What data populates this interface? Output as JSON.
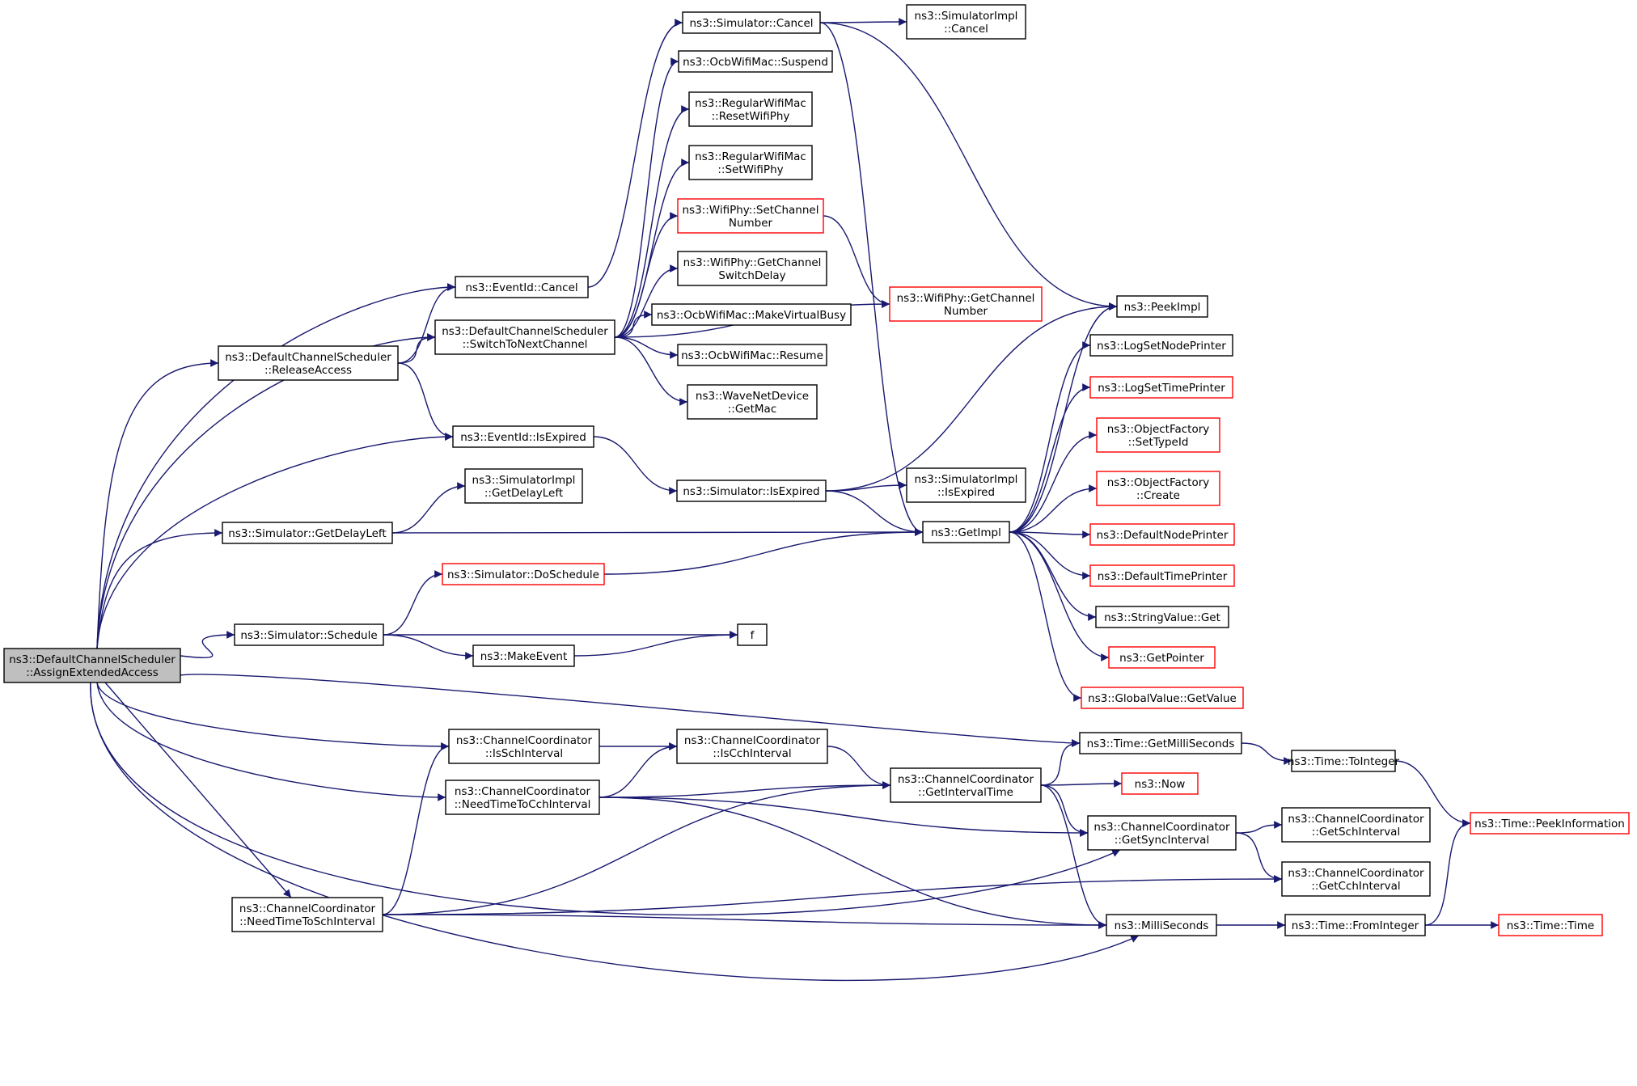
{
  "colors": {
    "edge": "#191970",
    "border_normal": "#000000",
    "border_truncated": "#ff0000",
    "root_fill": "#bfbfbf",
    "node_fill": "#ffffff"
  },
  "nodes": [
    {
      "id": "root",
      "lines": [
        "ns3::DefaultChannelScheduler",
        "::AssignExtendedAccess"
      ],
      "kind": "root"
    },
    {
      "id": "releaseAccess",
      "lines": [
        "ns3::DefaultChannelScheduler",
        "::ReleaseAccess"
      ],
      "kind": "normal"
    },
    {
      "id": "switchToNext",
      "lines": [
        "ns3::DefaultChannelScheduler",
        "::SwitchToNextChannel"
      ],
      "kind": "normal"
    },
    {
      "id": "eventCancel",
      "lines": [
        "ns3::EventId::Cancel"
      ],
      "kind": "normal"
    },
    {
      "id": "eventIsExpired",
      "lines": [
        "ns3::EventId::IsExpired"
      ],
      "kind": "normal"
    },
    {
      "id": "simCancel",
      "lines": [
        "ns3::Simulator::Cancel"
      ],
      "kind": "normal"
    },
    {
      "id": "simImplCancel",
      "lines": [
        "ns3::SimulatorImpl",
        "::Cancel"
      ],
      "kind": "normal"
    },
    {
      "id": "ocbSuspend",
      "lines": [
        "ns3::OcbWifiMac::Suspend"
      ],
      "kind": "normal"
    },
    {
      "id": "regReset",
      "lines": [
        "ns3::RegularWifiMac",
        "::ResetWifiPhy"
      ],
      "kind": "normal"
    },
    {
      "id": "regSet",
      "lines": [
        "ns3::RegularWifiMac",
        "::SetWifiPhy"
      ],
      "kind": "normal"
    },
    {
      "id": "phySetChan",
      "lines": [
        "ns3::WifiPhy::SetChannel",
        "Number"
      ],
      "kind": "truncated"
    },
    {
      "id": "phyGetSwitch",
      "lines": [
        "ns3::WifiPhy::GetChannel",
        "SwitchDelay"
      ],
      "kind": "normal"
    },
    {
      "id": "ocbBusy",
      "lines": [
        "ns3::OcbWifiMac::MakeVirtualBusy"
      ],
      "kind": "normal"
    },
    {
      "id": "ocbResume",
      "lines": [
        "ns3::OcbWifiMac::Resume"
      ],
      "kind": "normal"
    },
    {
      "id": "waveGetMac",
      "lines": [
        "ns3::WaveNetDevice",
        "::GetMac"
      ],
      "kind": "normal"
    },
    {
      "id": "phyGetChan",
      "lines": [
        "ns3::WifiPhy::GetChannel",
        "Number"
      ],
      "kind": "truncated"
    },
    {
      "id": "peekImpl",
      "lines": [
        "ns3::PeekImpl"
      ],
      "kind": "normal"
    },
    {
      "id": "simIsExpired",
      "lines": [
        "ns3::Simulator::IsExpired"
      ],
      "kind": "normal"
    },
    {
      "id": "simImplIsExp",
      "lines": [
        "ns3::SimulatorImpl",
        "::IsExpired"
      ],
      "kind": "normal"
    },
    {
      "id": "simImplDelay",
      "lines": [
        "ns3::SimulatorImpl",
        "::GetDelayLeft"
      ],
      "kind": "normal"
    },
    {
      "id": "simGetDelay",
      "lines": [
        "ns3::Simulator::GetDelayLeft"
      ],
      "kind": "normal"
    },
    {
      "id": "getImpl",
      "lines": [
        "ns3::GetImpl"
      ],
      "kind": "normal"
    },
    {
      "id": "simDoSched",
      "lines": [
        "ns3::Simulator::DoSchedule"
      ],
      "kind": "truncated"
    },
    {
      "id": "simSched",
      "lines": [
        "ns3::Simulator::Schedule"
      ],
      "kind": "normal"
    },
    {
      "id": "makeEvent",
      "lines": [
        "ns3::MakeEvent"
      ],
      "kind": "normal"
    },
    {
      "id": "f",
      "lines": [
        "f"
      ],
      "kind": "normal"
    },
    {
      "id": "logNode",
      "lines": [
        "ns3::LogSetNodePrinter"
      ],
      "kind": "normal"
    },
    {
      "id": "logTime",
      "lines": [
        "ns3::LogSetTimePrinter"
      ],
      "kind": "truncated"
    },
    {
      "id": "ofSetType",
      "lines": [
        "ns3::ObjectFactory",
        "::SetTypeId"
      ],
      "kind": "truncated"
    },
    {
      "id": "ofCreate",
      "lines": [
        "ns3::ObjectFactory",
        "::Create"
      ],
      "kind": "truncated"
    },
    {
      "id": "defNode",
      "lines": [
        "ns3::DefaultNodePrinter"
      ],
      "kind": "truncated"
    },
    {
      "id": "defTime",
      "lines": [
        "ns3::DefaultTimePrinter"
      ],
      "kind": "truncated"
    },
    {
      "id": "strGet",
      "lines": [
        "ns3::StringValue::Get"
      ],
      "kind": "normal"
    },
    {
      "id": "getPtr",
      "lines": [
        "ns3::GetPointer"
      ],
      "kind": "truncated"
    },
    {
      "id": "gvGet",
      "lines": [
        "ns3::GlobalValue::GetValue"
      ],
      "kind": "truncated"
    },
    {
      "id": "ccIsSch",
      "lines": [
        "ns3::ChannelCoordinator",
        "::IsSchInterval"
      ],
      "kind": "normal"
    },
    {
      "id": "ccIsCch",
      "lines": [
        "ns3::ChannelCoordinator",
        "::IsCchInterval"
      ],
      "kind": "normal"
    },
    {
      "id": "ccNeedCch",
      "lines": [
        "ns3::ChannelCoordinator",
        "::NeedTimeToCchInterval"
      ],
      "kind": "normal"
    },
    {
      "id": "ccGetInt",
      "lines": [
        "ns3::ChannelCoordinator",
        "::GetIntervalTime"
      ],
      "kind": "normal"
    },
    {
      "id": "ccNeedSch",
      "lines": [
        "ns3::ChannelCoordinator",
        "::NeedTimeToSchInterval"
      ],
      "kind": "normal"
    },
    {
      "id": "getMs",
      "lines": [
        "ns3::Time::GetMilliSeconds"
      ],
      "kind": "normal"
    },
    {
      "id": "toInt",
      "lines": [
        "ns3::Time::ToInteger"
      ],
      "kind": "normal"
    },
    {
      "id": "peekInfo",
      "lines": [
        "ns3::Time::PeekInformation"
      ],
      "kind": "truncated"
    },
    {
      "id": "now",
      "lines": [
        "ns3::Now"
      ],
      "kind": "truncated"
    },
    {
      "id": "ccGetSync",
      "lines": [
        "ns3::ChannelCoordinator",
        "::GetSyncInterval"
      ],
      "kind": "normal"
    },
    {
      "id": "ccGetSch",
      "lines": [
        "ns3::ChannelCoordinator",
        "::GetSchInterval"
      ],
      "kind": "normal"
    },
    {
      "id": "ccGetCch",
      "lines": [
        "ns3::ChannelCoordinator",
        "::GetCchInterval"
      ],
      "kind": "normal"
    },
    {
      "id": "milli",
      "lines": [
        "ns3::MilliSeconds"
      ],
      "kind": "normal"
    },
    {
      "id": "fromInt",
      "lines": [
        "ns3::Time::FromInteger"
      ],
      "kind": "normal"
    },
    {
      "id": "timeTime",
      "lines": [
        "ns3::Time::Time"
      ],
      "kind": "truncated"
    }
  ],
  "edges": [
    [
      "root",
      "eventCancel"
    ],
    [
      "root",
      "releaseAccess"
    ],
    [
      "root",
      "switchToNext"
    ],
    [
      "root",
      "eventIsExpired"
    ],
    [
      "root",
      "simGetDelay"
    ],
    [
      "root",
      "simSched"
    ],
    [
      "root",
      "getMs"
    ],
    [
      "root",
      "ccIsSch"
    ],
    [
      "root",
      "ccNeedCch"
    ],
    [
      "root",
      "ccNeedSch"
    ],
    [
      "root",
      "ccGetSync"
    ],
    [
      "root",
      "milli"
    ],
    [
      "releaseAccess",
      "eventCancel"
    ],
    [
      "releaseAccess",
      "switchToNext"
    ],
    [
      "releaseAccess",
      "eventIsExpired"
    ],
    [
      "eventCancel",
      "simCancel"
    ],
    [
      "simCancel",
      "simImplCancel"
    ],
    [
      "simCancel",
      "peekImpl"
    ],
    [
      "simCancel",
      "getImpl"
    ],
    [
      "switchToNext",
      "ocbSuspend"
    ],
    [
      "switchToNext",
      "regReset"
    ],
    [
      "switchToNext",
      "regSet"
    ],
    [
      "switchToNext",
      "phySetChan"
    ],
    [
      "switchToNext",
      "phyGetSwitch"
    ],
    [
      "switchToNext",
      "ocbBusy"
    ],
    [
      "switchToNext",
      "ocbResume"
    ],
    [
      "switchToNext",
      "waveGetMac"
    ],
    [
      "switchToNext",
      "phyGetChan"
    ],
    [
      "phySetChan",
      "phyGetChan"
    ],
    [
      "eventIsExpired",
      "simIsExpired"
    ],
    [
      "simIsExpired",
      "simImplIsExp"
    ],
    [
      "simIsExpired",
      "peekImpl"
    ],
    [
      "simIsExpired",
      "getImpl"
    ],
    [
      "simGetDelay",
      "simImplDelay"
    ],
    [
      "simGetDelay",
      "getImpl"
    ],
    [
      "simSched",
      "simDoSched"
    ],
    [
      "simSched",
      "f"
    ],
    [
      "simSched",
      "makeEvent"
    ],
    [
      "makeEvent",
      "f"
    ],
    [
      "simDoSched",
      "getImpl"
    ],
    [
      "getImpl",
      "peekImpl"
    ],
    [
      "getImpl",
      "logNode"
    ],
    [
      "getImpl",
      "logTime"
    ],
    [
      "getImpl",
      "ofSetType"
    ],
    [
      "getImpl",
      "ofCreate"
    ],
    [
      "getImpl",
      "defNode"
    ],
    [
      "getImpl",
      "defTime"
    ],
    [
      "getImpl",
      "strGet"
    ],
    [
      "getImpl",
      "getPtr"
    ],
    [
      "getImpl",
      "gvGet"
    ],
    [
      "ccIsSch",
      "ccIsCch"
    ],
    [
      "ccIsCch",
      "ccGetInt"
    ],
    [
      "ccNeedCch",
      "ccIsCch"
    ],
    [
      "ccNeedCch",
      "ccGetInt"
    ],
    [
      "ccNeedCch",
      "ccGetSync"
    ],
    [
      "ccNeedCch",
      "milli"
    ],
    [
      "ccNeedSch",
      "ccIsSch"
    ],
    [
      "ccNeedSch",
      "ccGetInt"
    ],
    [
      "ccNeedSch",
      "ccGetCch"
    ],
    [
      "ccNeedSch",
      "milli"
    ],
    [
      "ccGetInt",
      "getMs"
    ],
    [
      "ccGetInt",
      "now"
    ],
    [
      "ccGetInt",
      "ccGetSync"
    ],
    [
      "ccGetInt",
      "milli"
    ],
    [
      "getMs",
      "toInt"
    ],
    [
      "toInt",
      "peekInfo"
    ],
    [
      "ccGetSync",
      "ccGetSch"
    ],
    [
      "ccGetSync",
      "ccGetCch"
    ],
    [
      "milli",
      "fromInt"
    ],
    [
      "fromInt",
      "peekInfo"
    ],
    [
      "fromInt",
      "timeTime"
    ]
  ]
}
